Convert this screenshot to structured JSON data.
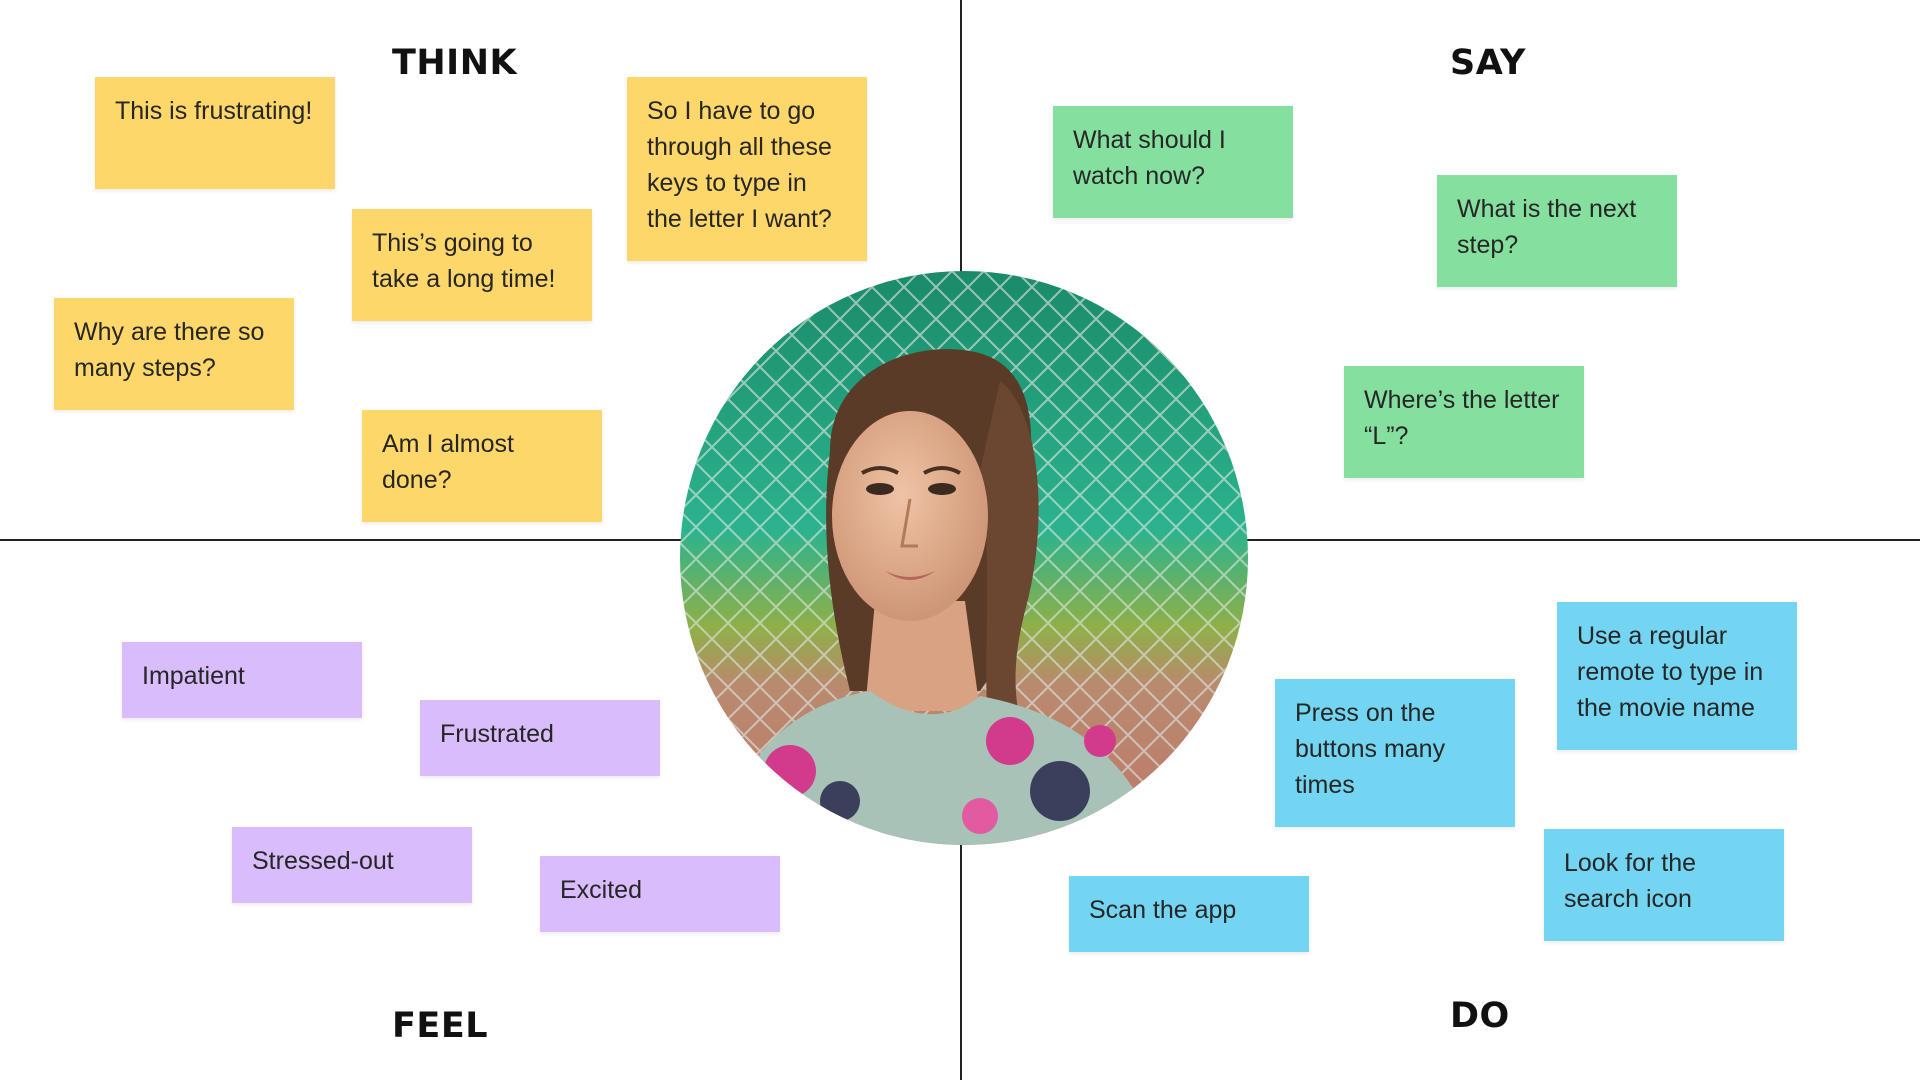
{
  "quadrants": {
    "think": {
      "title": "THINK",
      "notes": [
        "This is frustrating!",
        "This’s going to take a long time!",
        "So I have to go through all these keys to type in the letter I want?",
        "Why are there so many steps?",
        "Am I almost done?"
      ]
    },
    "say": {
      "title": "SAY",
      "notes": [
        "What should I watch now?",
        "What is the next step?",
        "Where’s the letter “L”?"
      ]
    },
    "feel": {
      "title": "FEEL",
      "notes": [
        "Impatient",
        "Frustrated",
        "Stressed-out",
        "Excited"
      ]
    },
    "do": {
      "title": "DO",
      "notes": [
        "Use a regular remote to type in the movie name",
        "Press on the buttons many times",
        "Look for the search icon",
        "Scan the app"
      ]
    }
  },
  "colors": {
    "think_note": "#fed76a",
    "say_note": "#85e0a0",
    "feel_note": "#d9bcfc",
    "do_note": "#73d5f2"
  },
  "center_image": "user persona portrait photo"
}
